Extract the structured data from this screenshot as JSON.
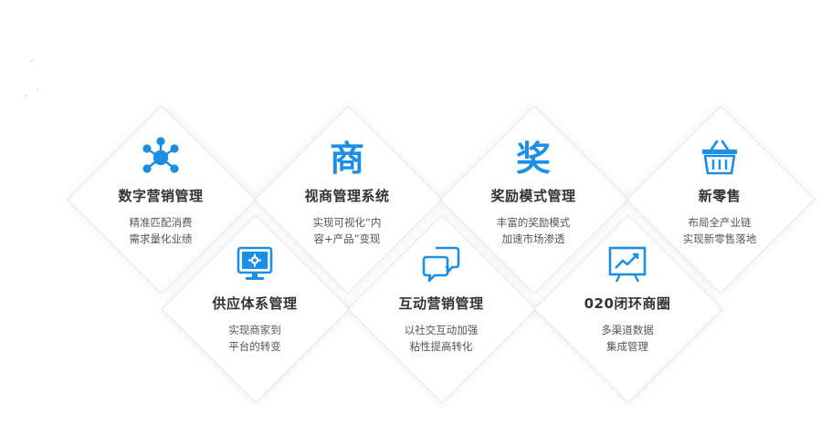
{
  "accent": "#1b8fe6",
  "cards": [
    {
      "title": "数字营销管理",
      "desc1": "精准匹配消费",
      "desc2": "需求量化业绩",
      "icon": "network-icon"
    },
    {
      "title": "视商管理系统",
      "desc1": "实现可视化“内",
      "desc2": "容+产品”变现",
      "icon": "shang-char-icon",
      "glyph": "商"
    },
    {
      "title": "奖励模式管理",
      "desc1": "丰富的奖励模式",
      "desc2": "加速市场渗透",
      "icon": "jiang-char-icon",
      "glyph": "奖"
    },
    {
      "title": "新零售",
      "desc1": "布局全产业链",
      "desc2": "实现新零售落地",
      "icon": "basket-icon"
    },
    {
      "title": "供应体系管理",
      "desc1": "实现商家到",
      "desc2": "平台的转变",
      "icon": "monitor-icon"
    },
    {
      "title": "互动营销管理",
      "desc1": "以社交互动加强",
      "desc2": "粘性提高转化",
      "icon": "chat-bubbles-icon"
    },
    {
      "title": "020闭环商圈",
      "desc1": "多渠道数据",
      "desc2": "集成管理",
      "icon": "line-chart-board-icon"
    }
  ]
}
